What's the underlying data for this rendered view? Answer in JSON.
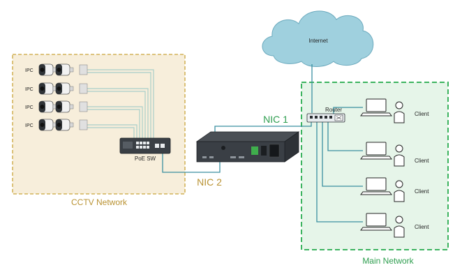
{
  "zones": {
    "cctv": {
      "label": "CCTV Network",
      "fill": "#f7eedb",
      "stroke": "#c9a53a",
      "label_color": "#b99232"
    },
    "main": {
      "label": "Main Network",
      "fill": "#e6f5e9",
      "stroke": "#3cb35f",
      "label_color": "#2e9e4f"
    }
  },
  "cloud": {
    "label": "Internet",
    "fill": "#9fd0de",
    "stroke": "#6aa9bd"
  },
  "cameras": [
    {
      "label": "IPC"
    },
    {
      "label": "IPC"
    },
    {
      "label": "IPC"
    },
    {
      "label": "IPC"
    }
  ],
  "poe_switch": {
    "label": "PoE SW"
  },
  "router": {
    "label": "Router"
  },
  "nvr": {
    "icon": "nvr-recorder-icon"
  },
  "links": {
    "nic1": {
      "label": "NIC 1",
      "color": "#2e9e4f"
    },
    "nic2": {
      "label": "NIC 2",
      "color": "#b99232"
    }
  },
  "clients": [
    {
      "label": "Client"
    },
    {
      "label": "Client"
    },
    {
      "label": "Client"
    },
    {
      "label": "Client"
    }
  ],
  "colors": {
    "cable": "#3a8fa0",
    "cable_light": "#a9cfc9"
  }
}
